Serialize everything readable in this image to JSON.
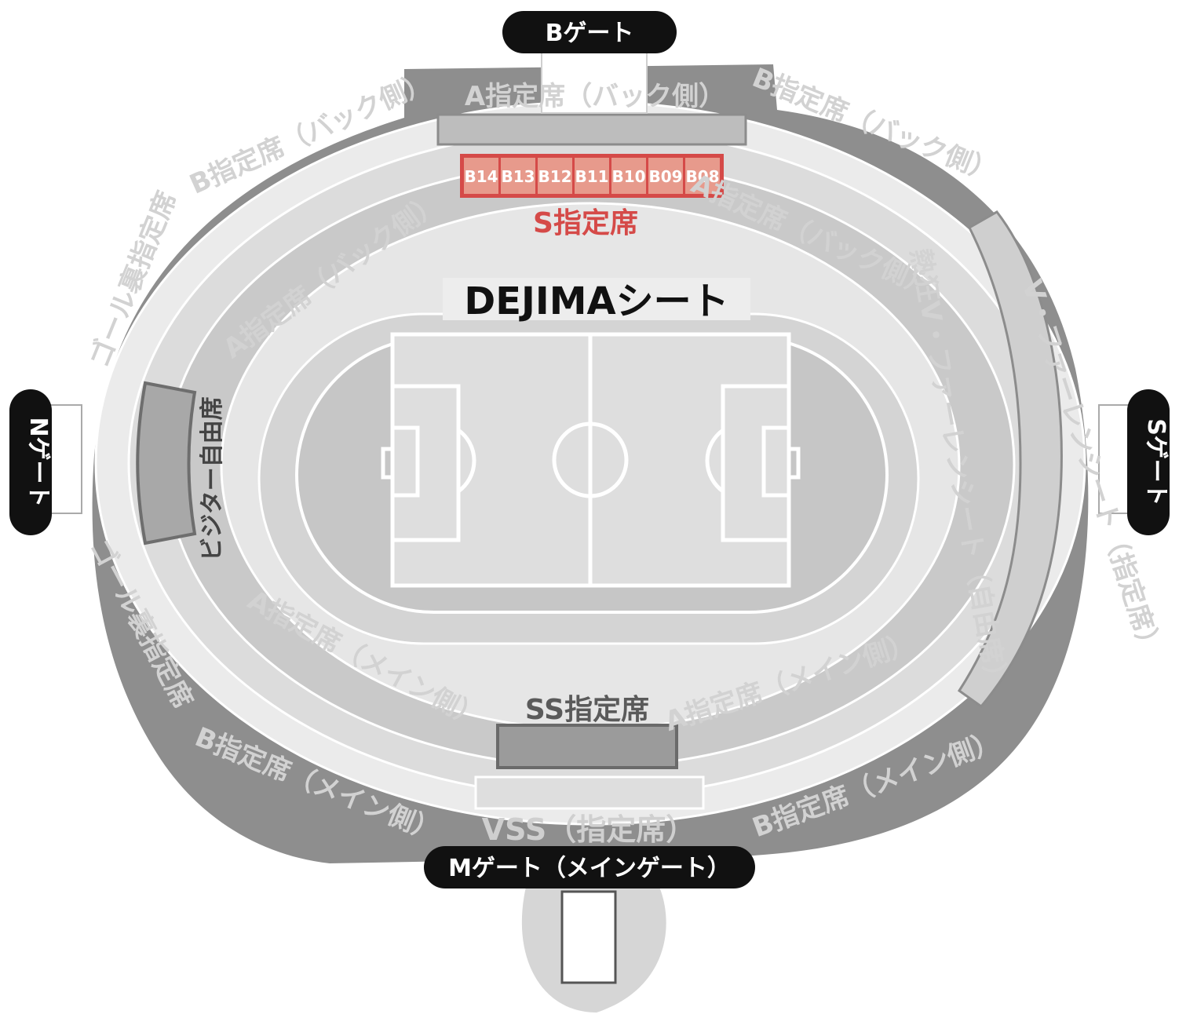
{
  "gates": {
    "b": "Bゲート",
    "n": "Nゲート",
    "s": "Sゲート",
    "m": "Mゲート（メインゲート）"
  },
  "zones": {
    "a_back_top": "A指定席（バック側）",
    "b_back_left": "B指定席（バック側）",
    "b_back_right": "B指定席（バック側）",
    "a_back_left": "A指定席（バック側）",
    "a_back_right": "A指定席（バック側）",
    "s_reserved": "S指定席",
    "dejima": "DEJIMAシート",
    "goal_back_top": "ゴール裏指定席",
    "goal_back_bottom": "ゴール裏指定席",
    "visitor_free": "ビジター自由席",
    "fan_free": "熱狂V・ファーレンシート（自由席）",
    "fan_reserved": "V・ファーレンシート（指定席）",
    "a_main_left": "A指定席（メイン側）",
    "a_main_right": "A指定席（メイン側）",
    "ss_reserved": "SS指定席",
    "b_main_left": "B指定席（メイン側）",
    "b_main_right": "B指定席（メイン側）",
    "vss": "VSS（指定席）"
  },
  "s_blocks": [
    "B14",
    "B13",
    "B12",
    "B11",
    "B10",
    "B09",
    "B08"
  ],
  "colors": {
    "highlight": "#d54a48",
    "highlight_fill": "#e79a8c",
    "gate": "#111111"
  }
}
